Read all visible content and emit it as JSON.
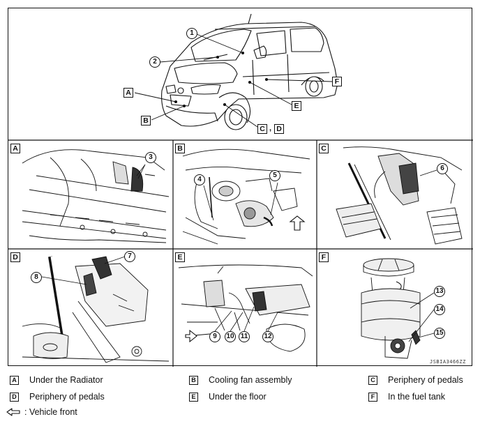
{
  "diagram": {
    "image_code": "JSBIA3466ZZ",
    "overview_callouts": {
      "1": "1",
      "2": "2",
      "A": "A",
      "B": "B",
      "CD_C": "C",
      "CD_sep": ",",
      "CD_D": "D",
      "E": "E",
      "F": "F"
    },
    "panels": [
      {
        "letter": "A",
        "callouts": [
          "3"
        ]
      },
      {
        "letter": "B",
        "callouts": [
          "4",
          "5"
        ]
      },
      {
        "letter": "C",
        "callouts": [
          "6"
        ]
      },
      {
        "letter": "D",
        "callouts": [
          "7",
          "8"
        ]
      },
      {
        "letter": "E",
        "callouts": [
          "9",
          "10",
          "11",
          "12"
        ]
      },
      {
        "letter": "F",
        "callouts": [
          "13",
          "14",
          "15"
        ]
      }
    ]
  },
  "legend": {
    "items": [
      {
        "key": "A",
        "text": "Under the Radiator"
      },
      {
        "key": "B",
        "text": "Cooling fan assembly"
      },
      {
        "key": "C",
        "text": "Periphery of pedals"
      },
      {
        "key": "D",
        "text": "Periphery of pedals"
      },
      {
        "key": "E",
        "text": "Under the floor"
      },
      {
        "key": "F",
        "text": "In the fuel tank"
      }
    ],
    "vehicle_front": ": Vehicle front"
  }
}
